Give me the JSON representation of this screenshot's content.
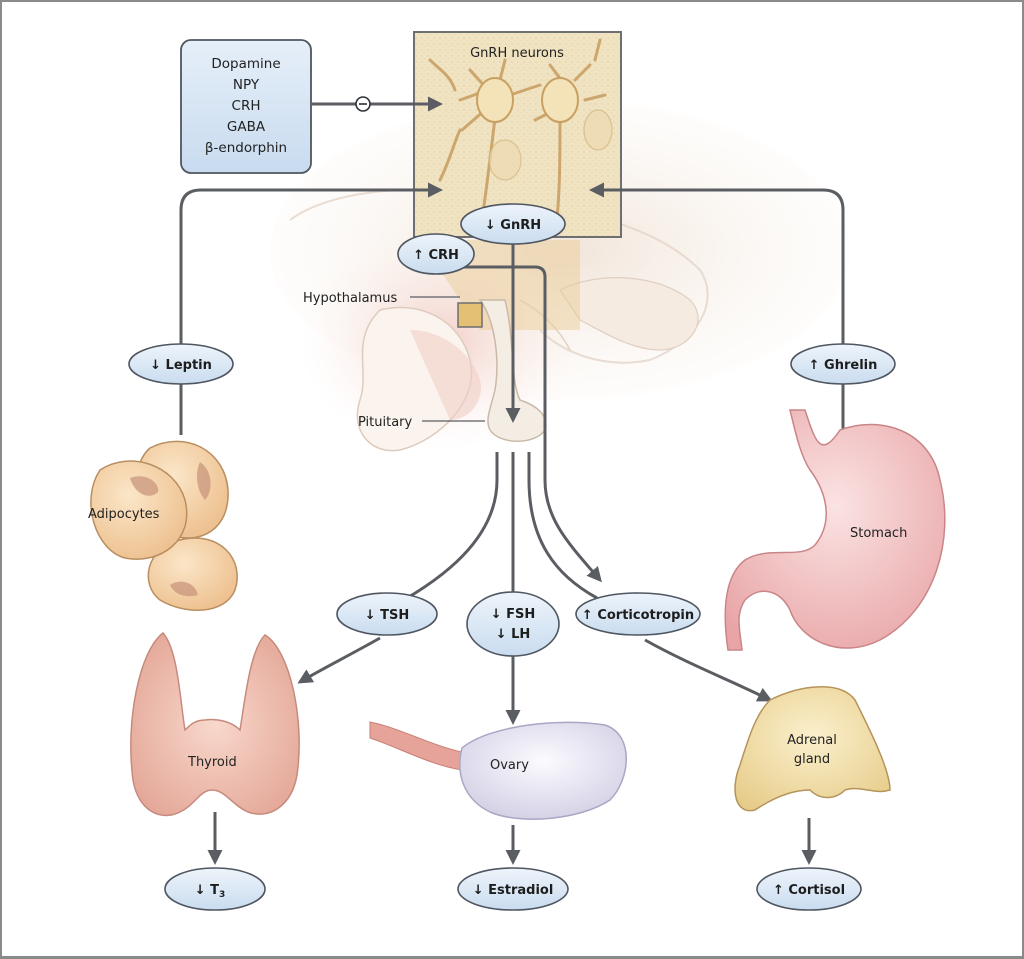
{
  "figure": {
    "inhibitors_box": {
      "items": [
        "Dopamine",
        "NPY",
        "CRH",
        "GABA",
        "β-endorphin"
      ],
      "effect_symbol": "⊖"
    },
    "neurons_label": "GnRH neurons",
    "anatomy_labels": {
      "hypothalamus": "Hypothalamus",
      "pituitary": "Pituitary",
      "adipocytes": "Adipocytes",
      "stomach": "Stomach",
      "thyroid": "Thyroid",
      "ovary": "Ovary",
      "adrenal_line1": "Adrenal",
      "adrenal_line2": "gland"
    },
    "hormones": {
      "gnrh": "↓ GnRH",
      "crh": "↑ CRH",
      "leptin": "↓ Leptin",
      "ghrelin": "↑ Ghrelin",
      "tsh": "↓ TSH",
      "fsh": "↓ FSH",
      "lh": "↓ LH",
      "corticotropin": "↑ Corticotropin",
      "t3_prefix": "↓ T",
      "t3_sub": "3",
      "estradiol": "↓ Estradiol",
      "cortisol": "↑ Cortisol"
    },
    "colors": {
      "hormone_fill": "#dce9f6",
      "arrow": "#5a5d62",
      "box_fill": "#dbe8f5",
      "neuron_bg": "#efe2bf",
      "frame": "#8a8a8a"
    }
  }
}
